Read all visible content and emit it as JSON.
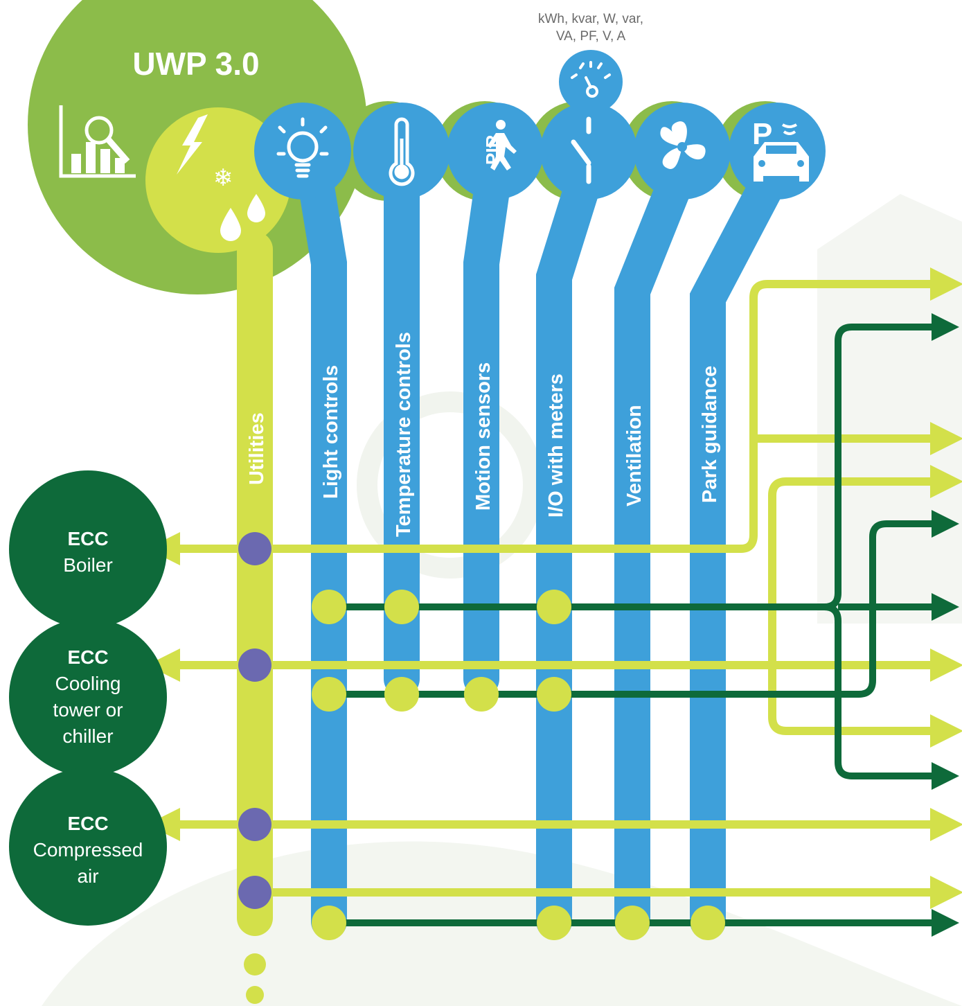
{
  "title": "UWP 3.0",
  "meter_note": [
    "kWh, kvar, W, var,",
    "VA, PF, V, A"
  ],
  "columns": [
    {
      "id": "utilities",
      "label": "Utilities",
      "icon": "utilities-icon"
    },
    {
      "id": "light",
      "label": "Light controls",
      "icon": "light-bulb-icon"
    },
    {
      "id": "temperature",
      "label": "Temperature controls",
      "icon": "thermometer-icon"
    },
    {
      "id": "motion",
      "label": "Motion sensors",
      "icon": "pir-motion-icon"
    },
    {
      "id": "io",
      "label": "I/O with meters",
      "icon": "switch-icon"
    },
    {
      "id": "ventilation",
      "label": "Ventilation",
      "icon": "fan-icon"
    },
    {
      "id": "park",
      "label": "Park guidance",
      "icon": "parking-car-icon"
    }
  ],
  "ecc_units": [
    {
      "title": "ECC",
      "lines": [
        "Boiler"
      ]
    },
    {
      "title": "ECC",
      "lines": [
        "Cooling",
        "tower or",
        "chiller"
      ]
    },
    {
      "title": "ECC",
      "lines": [
        "Compressed",
        "air"
      ]
    }
  ],
  "icons": {
    "analytics": "analytics-chart-icon",
    "meter": "gauge-meter-icon"
  },
  "colors": {
    "light_green": "#8cbc4a",
    "lime": "#d3e04a",
    "blue": "#3ea0da",
    "dark_green": "#0e6a3a",
    "purple": "#6b69b0",
    "background_watermark": "#f1f4ee"
  }
}
